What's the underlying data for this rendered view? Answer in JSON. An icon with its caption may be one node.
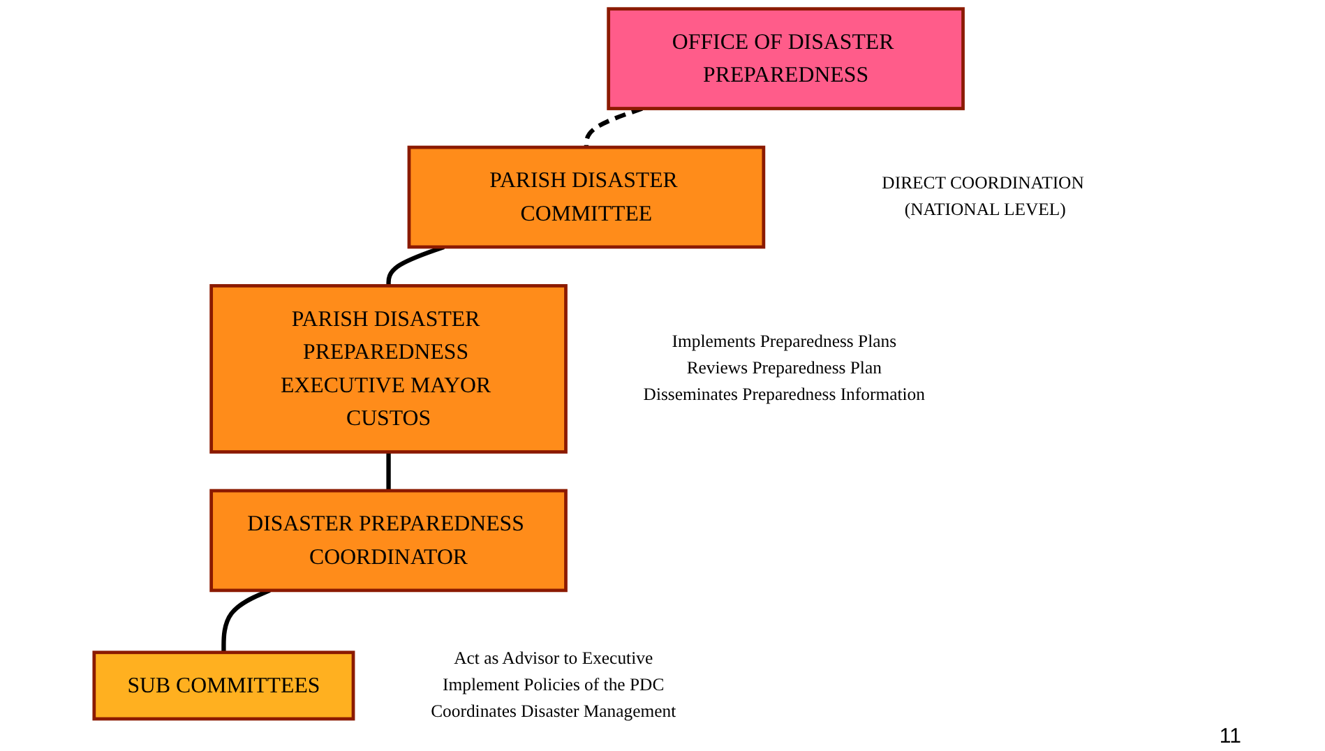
{
  "diagram": {
    "nodes": [
      {
        "text": [
          "PARISH DISASTER COMMITTEE"
        ],
        "beside": [
          "Implements Preparedness Plans",
          "Reviews Preparedness Plan",
          "Disseminates Preparedness Information"
        ]
      },
      {
        "text": [
          "PARISH DISASTER PREPAREDNESS EXECUTIVE MAYOR CUSTOS"
        ]
      },
      {
        "text": [
          "DISASTER PREPAREDNESS COORDINATOR"
        ],
        "beside": [
          "Act as Advisor to Executive",
          "Implement Policies of the PDC",
          "Coordinates Disaster Management"
        ]
      },
      {
        "text": [
          "SUB COMMITTEES"
        ]
      },
      {
        "text": [
          "OFFICE OF DISASTER PREPAREDNESS"
        ],
        "beside": [
          "DIRECT COORDINATION (NATIONAL LEVEL)"
        ]
      }
    ],
    "edges": [
      {
        "from": 0,
        "to": 1,
        "arrow": "none"
      },
      {
        "from": 1,
        "to": 2,
        "arrow": "none"
      },
      {
        "from": 2,
        "to": 3,
        "arrow": "none"
      },
      {
        "from": 4,
        "to": 0,
        "arrow": "none",
        "style": "dashed"
      }
    ],
    "labels": [
      "11"
    ]
  }
}
